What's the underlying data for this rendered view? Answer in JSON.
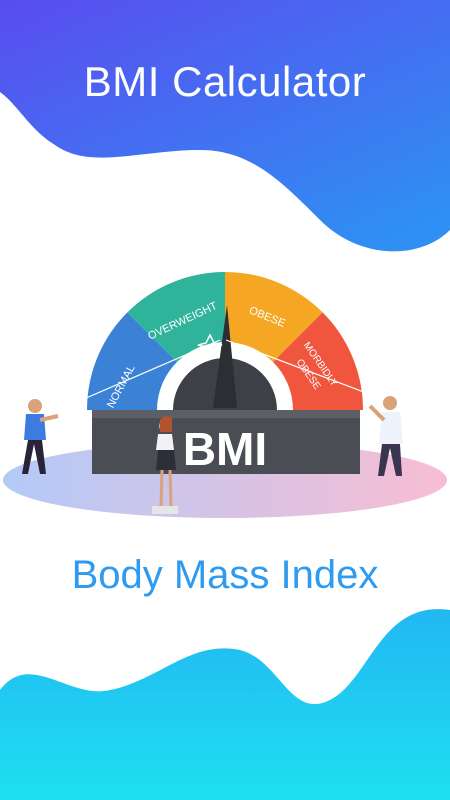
{
  "header": {
    "title": "BMI Calculator"
  },
  "hero": {
    "subtitle": "Body Mass Index",
    "gauge_label": "BMI",
    "segments": [
      "NORMAL",
      "OVERWEIGHT",
      "OBESE",
      "MORBIDLY",
      "OBESE"
    ]
  },
  "colors": {
    "title_blob": "#3f6cf0",
    "subtitle_text": "#2f9bf0",
    "bottom_wave": "#1ec7f2",
    "gauge_base": "#4a4d54",
    "segment_normal": "#3b82d6",
    "segment_overweight": "#2fb39a",
    "segment_obese": "#f5a623",
    "segment_morbid": "#f0563d"
  }
}
